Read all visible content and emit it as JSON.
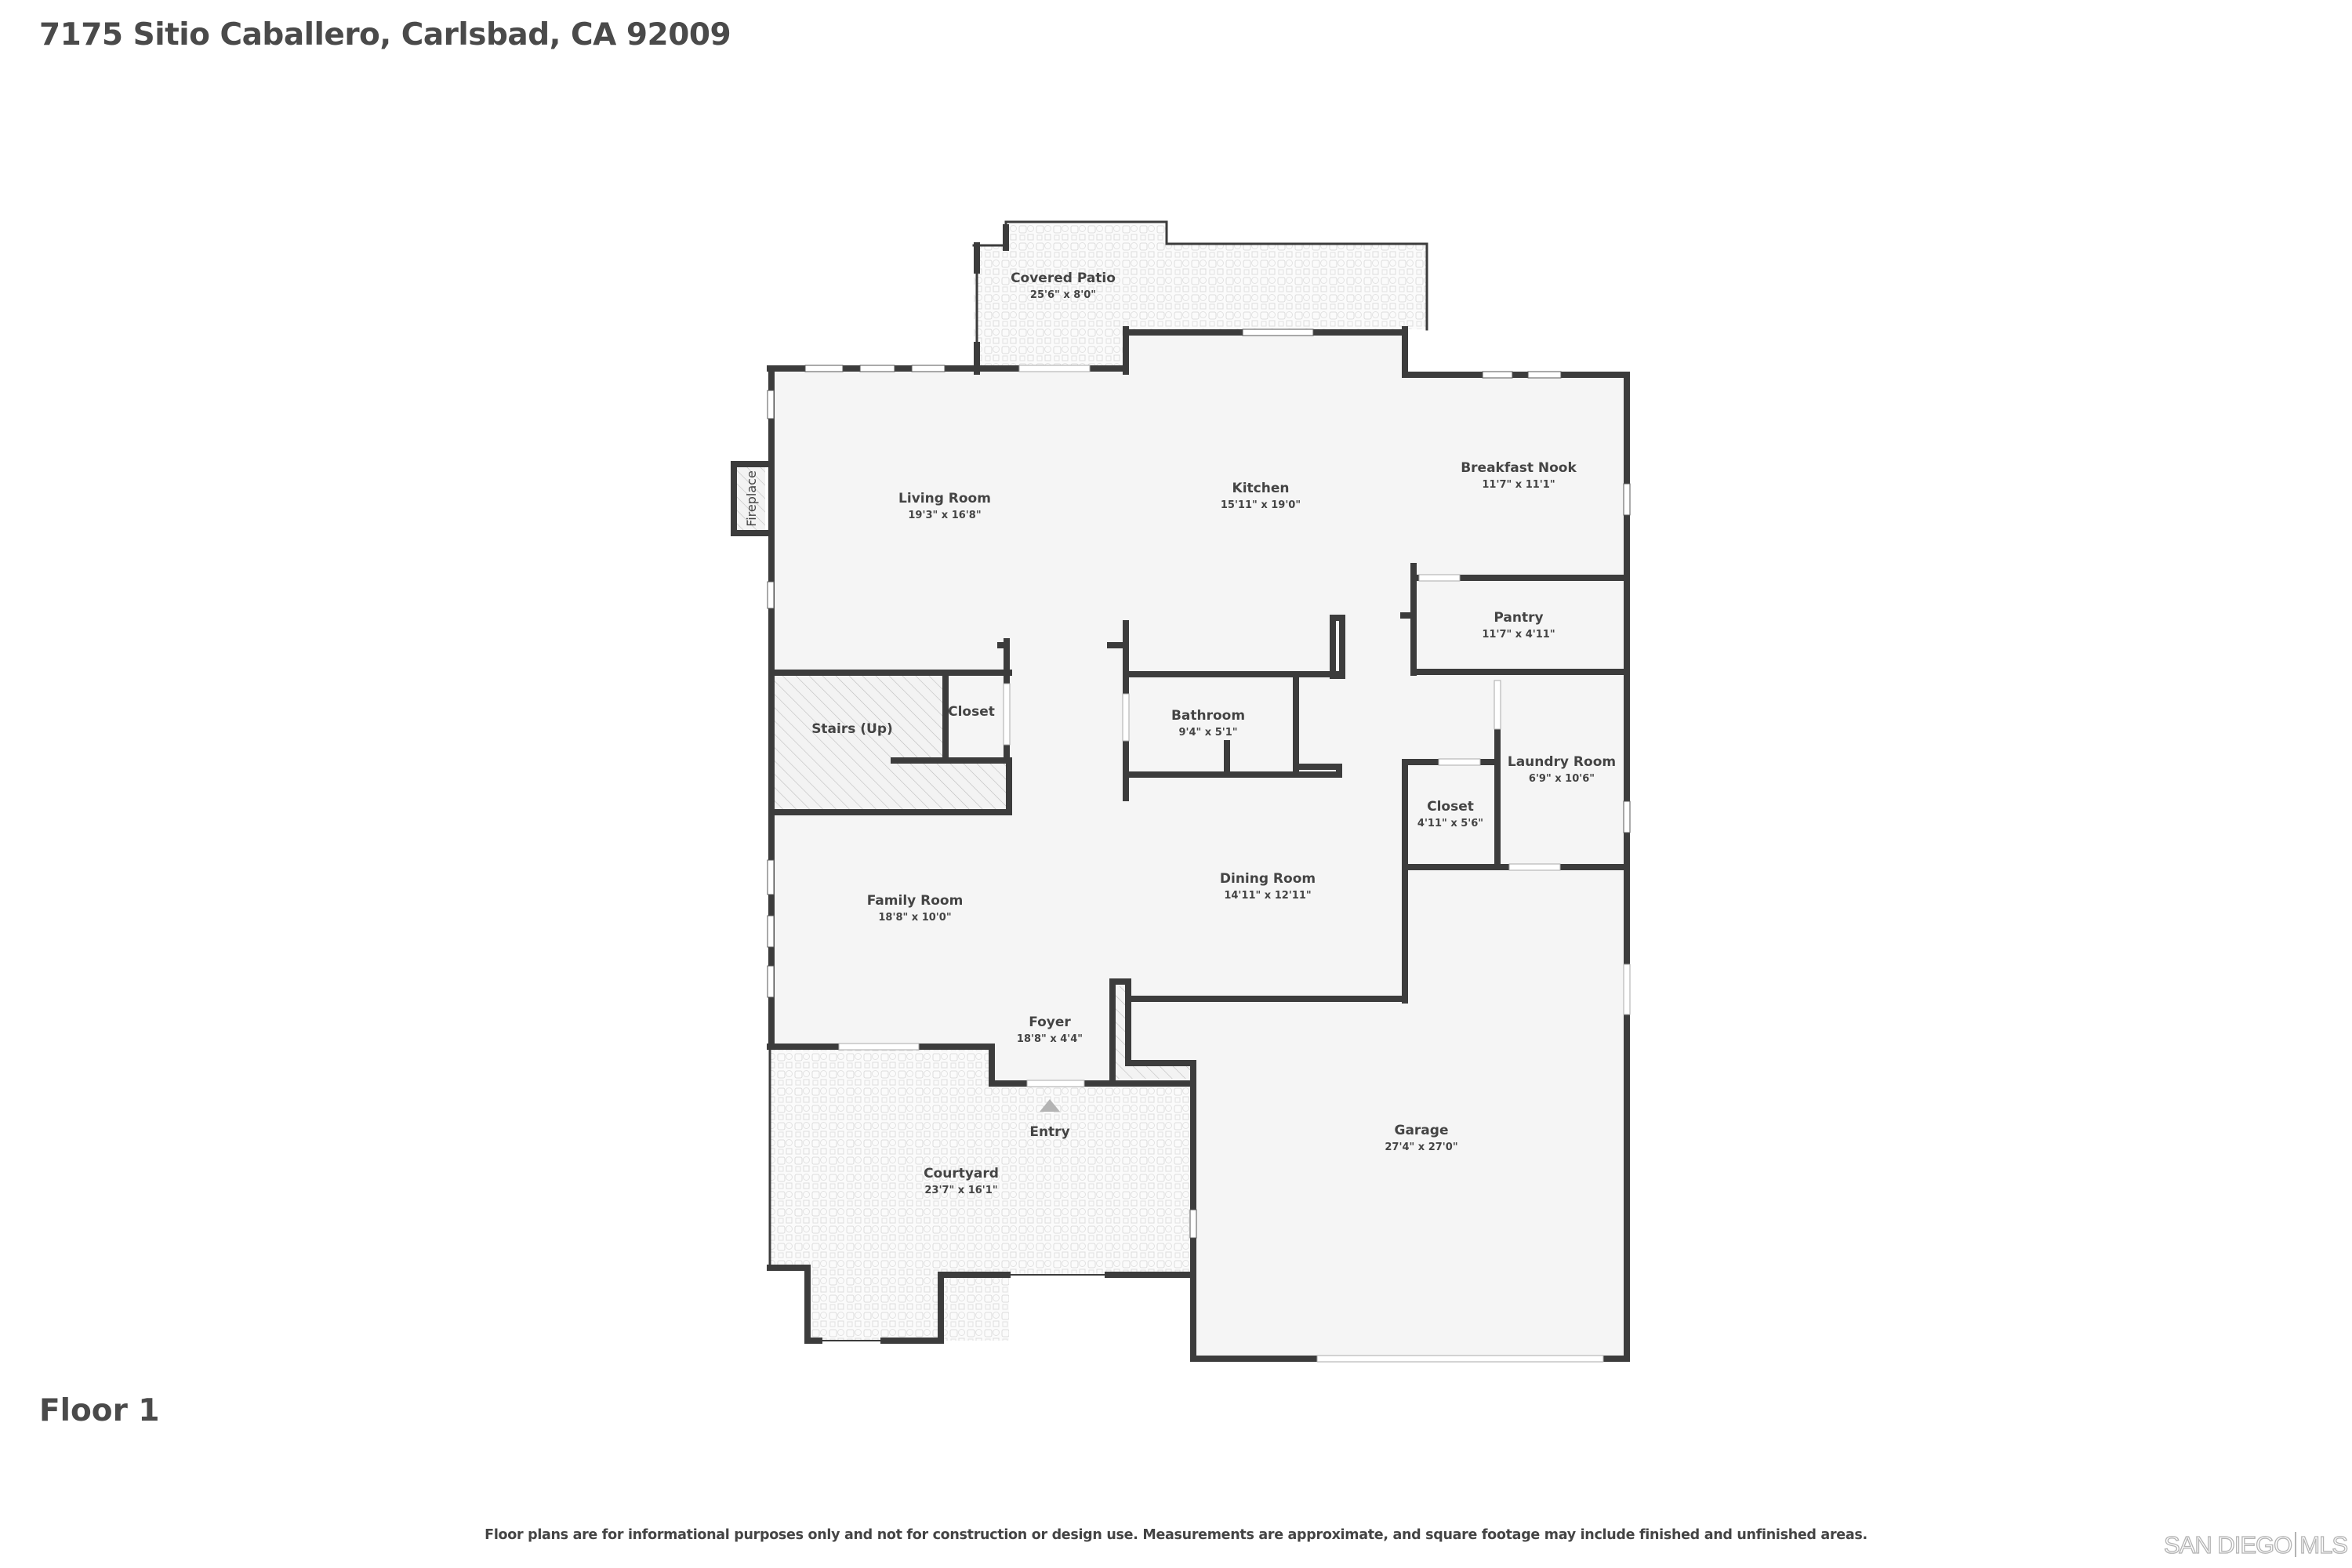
{
  "header": {
    "address": "7175 Sitio Caballero, Carlsbad, CA 92009"
  },
  "floor": {
    "label": "Floor 1"
  },
  "rooms": {
    "covered_patio": {
      "name": "Covered Patio",
      "dims": "25'6\" x 8'0\""
    },
    "living_room": {
      "name": "Living Room",
      "dims": "19'3\" x 16'8\""
    },
    "kitchen": {
      "name": "Kitchen",
      "dims": "15'11\" x 19'0\""
    },
    "breakfast_nook": {
      "name": "Breakfast Nook",
      "dims": "11'7\" x 11'1\""
    },
    "fireplace": {
      "name": "Fireplace"
    },
    "pantry": {
      "name": "Pantry",
      "dims": "11'7\" x 4'11\""
    },
    "stairs": {
      "name": "Stairs (Up)"
    },
    "closet_small": {
      "name": "Closet"
    },
    "bathroom": {
      "name": "Bathroom",
      "dims": "9'4\" x 5'1\""
    },
    "laundry_room": {
      "name": "Laundry Room",
      "dims": "6'9\" x 10'6\""
    },
    "closet": {
      "name": "Closet",
      "dims": "4'11\" x 5'6\""
    },
    "family_room": {
      "name": "Family Room",
      "dims": "18'8\" x 10'0\""
    },
    "dining_room": {
      "name": "Dining Room",
      "dims": "14'11\" x 12'11\""
    },
    "foyer": {
      "name": "Foyer",
      "dims": "18'8\" x 4'4\""
    },
    "entry": {
      "name": "Entry"
    },
    "courtyard": {
      "name": "Courtyard",
      "dims": "23'7\" x 16'1\""
    },
    "garage": {
      "name": "Garage",
      "dims": "27'4\" x 27'0\""
    }
  },
  "footer": {
    "disclaimer": "Floor plans are for informational purposes only and not for construction or design use. Measurements are approximate, and square footage may include finished and unfinished areas.",
    "watermark_left": "SAN DIEGO",
    "watermark_right": "MLS"
  },
  "colors": {
    "wall": "#3c3c3c",
    "floor": "#f5f5f5",
    "text": "#444444",
    "paver_line": "#dedede",
    "entry_marker": "#b4b4b4"
  }
}
